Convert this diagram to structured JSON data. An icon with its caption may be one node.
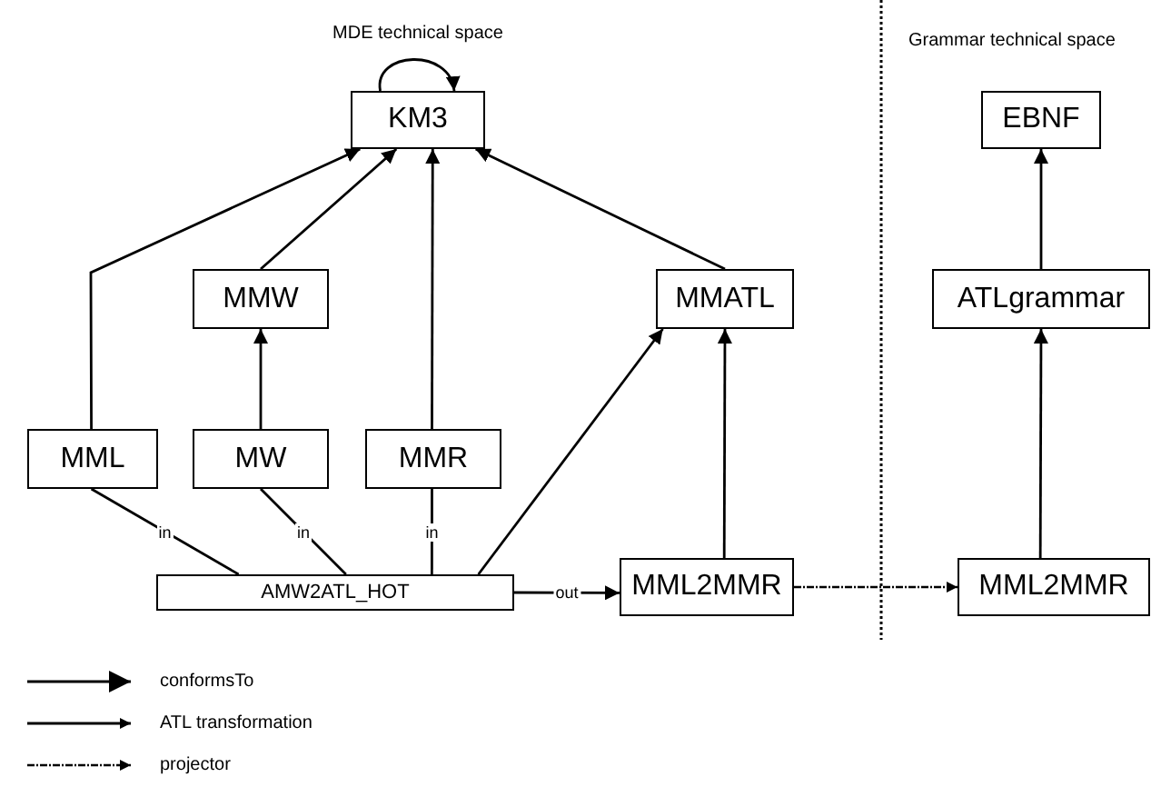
{
  "diagram": {
    "nodes": [
      {
        "text": [
          "KM3"
        ]
      },
      {
        "text": [
          "MMW"
        ]
      },
      {
        "text": [
          "MMATL"
        ]
      },
      {
        "text": [
          "MML"
        ]
      },
      {
        "text": [
          "MW"
        ]
      },
      {
        "text": [
          "MMR"
        ]
      },
      {
        "text": [
          "AMW2ATL_HOT"
        ]
      },
      {
        "text": [
          "MML2MMR"
        ]
      },
      {
        "text": [
          "EBNF"
        ]
      },
      {
        "text": [
          "ATLgrammar"
        ]
      },
      {
        "text": [
          "MML2MMR"
        ]
      }
    ],
    "edges": [
      {
        "from": 0,
        "to": 0,
        "arrow": "to"
      },
      {
        "from": 3,
        "to": 0,
        "arrow": "to"
      },
      {
        "from": 4,
        "to": 1,
        "arrow": "to"
      },
      {
        "from": 1,
        "to": 0,
        "arrow": "to"
      },
      {
        "from": 5,
        "to": 0,
        "arrow": "to"
      },
      {
        "from": 2,
        "to": 0,
        "arrow": "to"
      },
      {
        "from": 6,
        "to": 2,
        "arrow": "to"
      },
      {
        "from": 7,
        "to": 2,
        "arrow": "to"
      },
      {
        "from": 9,
        "to": 8,
        "arrow": "to"
      },
      {
        "from": 10,
        "to": 9,
        "arrow": "to"
      },
      {
        "from": 3,
        "to": 6,
        "arrow": "none",
        "label": "in"
      },
      {
        "from": 4,
        "to": 6,
        "arrow": "none",
        "label": "in"
      },
      {
        "from": 5,
        "to": 6,
        "arrow": "none",
        "label": "in"
      },
      {
        "from": 6,
        "to": 7,
        "arrow": "to",
        "label": "out"
      },
      {
        "from": 7,
        "to": 10,
        "arrow": "to",
        "style": "dashed"
      }
    ],
    "labels": [
      "MDE technical space",
      "Grammar technical space"
    ],
    "legend": [
      {
        "text": "conformsTo"
      },
      {
        "text": "ATL transformation"
      },
      {
        "text": "projector"
      }
    ]
  }
}
